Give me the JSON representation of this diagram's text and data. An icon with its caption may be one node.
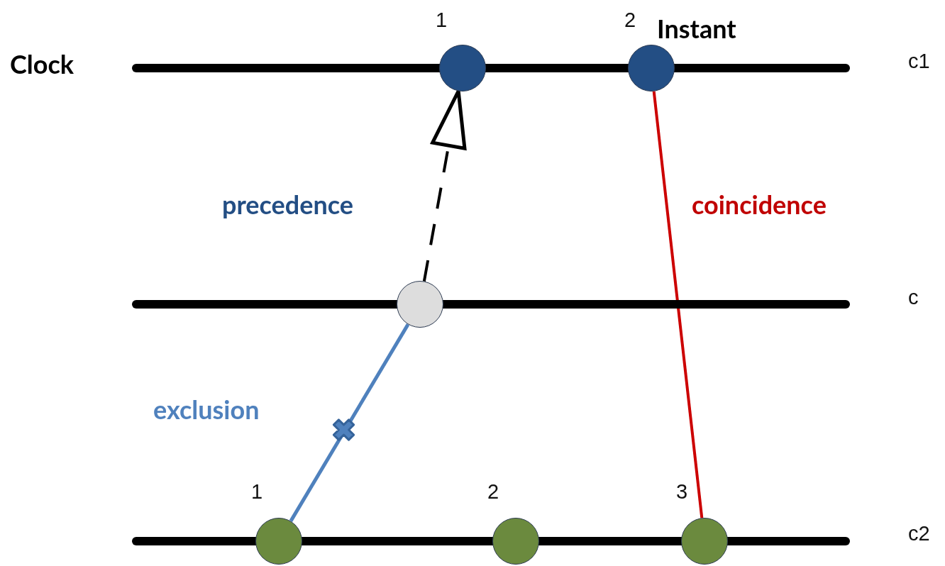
{
  "diagram": {
    "nodes": [
      {
        "text": [],
        "shape": "bar",
        "beside": [
          "c1"
        ]
      },
      {
        "text": [],
        "shape": "circle",
        "beside": [
          "1"
        ]
      },
      {
        "text": [],
        "shape": "circle",
        "beside": [
          "2"
        ]
      },
      {
        "text": [],
        "shape": "bar",
        "beside": [
          "c"
        ]
      },
      {
        "text": [],
        "shape": "circle"
      },
      {
        "text": [],
        "shape": "bar",
        "beside": [
          "c2"
        ]
      },
      {
        "text": [],
        "shape": "circle",
        "beside": [
          "1"
        ]
      },
      {
        "text": [],
        "shape": "circle",
        "beside": [
          "2"
        ]
      },
      {
        "text": [],
        "shape": "circle",
        "beside": [
          "3"
        ]
      }
    ],
    "edges": [
      {
        "from": 4,
        "to": 1,
        "arrow": "to",
        "style": "dashed",
        "label": "precedence"
      },
      {
        "from": 6,
        "to": 4,
        "arrow": "none",
        "color": "#4f81bd",
        "label": "exclusion"
      },
      {
        "from": 2,
        "to": 8,
        "arrow": "none",
        "color": "#cc0000",
        "label": "coincidence"
      }
    ],
    "labels": [
      "Clock",
      "Instant"
    ]
  }
}
